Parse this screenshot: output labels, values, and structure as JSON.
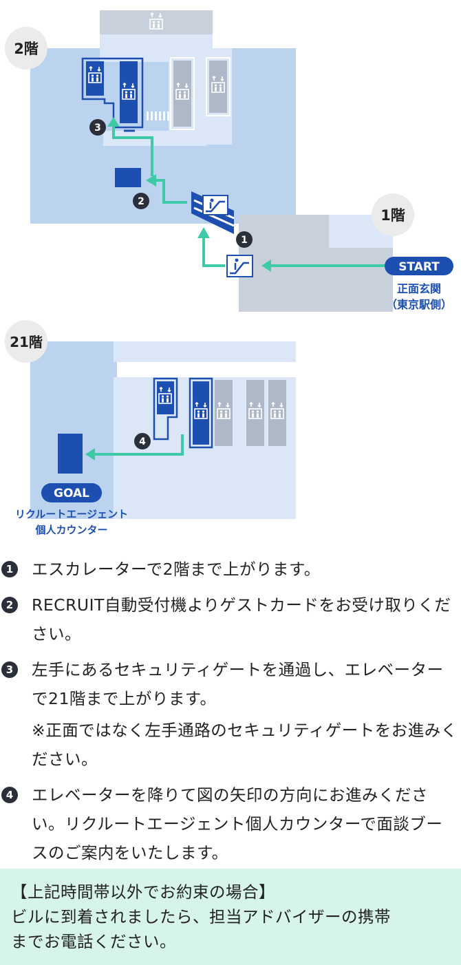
{
  "floor1_map": {
    "floor_2f": "2階",
    "floor_1f": "1階",
    "start_label": "START",
    "start_location_line1": "正面玄関",
    "start_location_line2": "（東京駅側）",
    "markers": [
      "1",
      "2",
      "3"
    ]
  },
  "floor21_map": {
    "floor_21f": "21階",
    "goal_label": "GOAL",
    "goal_location_line1": "リクルートエージェント",
    "goal_location_line2": "個人カウンター",
    "markers": [
      "4"
    ]
  },
  "steps": [
    {
      "num": "1",
      "text": "エスカレーターで2階まで上がります。"
    },
    {
      "num": "2",
      "text": "RECRUIT自動受付機よりゲストカードをお受け取りください。"
    },
    {
      "num": "3",
      "text": "左手にあるセキュリティゲートを通過し、エレベーターで21階まで上がります。",
      "note": "※正面ではなく左手通路のセキュリティゲートをお進みください。"
    },
    {
      "num": "4",
      "text": "エレベーターを降りて図の矢印の方向にお進みください。リクルートエージェント個人カウンターで面談ブースのご案内をいたします。"
    }
  ],
  "info_box": {
    "title": "【上記時間帯以外でお約束の場合】",
    "line1": "ビルに到着されましたら、担当アドバイザーの携帯",
    "line2": "までお電話ください。"
  },
  "colors": {
    "navy": "#1c4fb0",
    "floor_blue": "#bcd3f0",
    "floor_light": "#dbe7f7",
    "floor_grey": "#c8d0dc",
    "arrow_green": "#3ec9a7",
    "floor_badge": "#ebebeb",
    "info_bg": "#d6f4ec"
  }
}
